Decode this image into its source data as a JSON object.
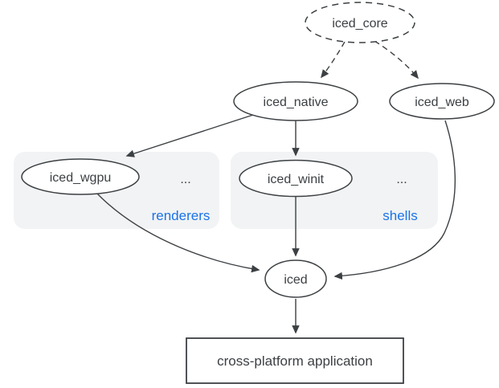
{
  "diagram": {
    "nodes": {
      "iced_core": {
        "label": "iced_core",
        "shape": "ellipse",
        "border": "dashed"
      },
      "iced_native": {
        "label": "iced_native",
        "shape": "ellipse",
        "border": "solid"
      },
      "iced_web": {
        "label": "iced_web",
        "shape": "ellipse",
        "border": "solid"
      },
      "iced_wgpu": {
        "label": "iced_wgpu",
        "shape": "ellipse",
        "border": "solid"
      },
      "iced_winit": {
        "label": "iced_winit",
        "shape": "ellipse",
        "border": "solid"
      },
      "iced": {
        "label": "iced",
        "shape": "ellipse",
        "border": "solid"
      },
      "application": {
        "label": "cross-platform application",
        "shape": "rect",
        "border": "solid"
      }
    },
    "groups": {
      "renderers": {
        "label": "renderers",
        "ellipsis": "...",
        "contains": [
          "iced_wgpu"
        ]
      },
      "shells": {
        "label": "shells",
        "ellipsis": "...",
        "contains": [
          "iced_winit"
        ]
      }
    },
    "edges": [
      {
        "from": "iced_core",
        "to": "iced_native",
        "style": "dashed"
      },
      {
        "from": "iced_core",
        "to": "iced_web",
        "style": "dashed"
      },
      {
        "from": "iced_native",
        "to": "iced_wgpu",
        "style": "solid"
      },
      {
        "from": "iced_native",
        "to": "iced_winit",
        "style": "solid"
      },
      {
        "from": "iced_wgpu",
        "to": "iced",
        "style": "solid"
      },
      {
        "from": "iced_winit",
        "to": "iced",
        "style": "solid"
      },
      {
        "from": "iced_web",
        "to": "iced",
        "style": "solid"
      },
      {
        "from": "iced",
        "to": "application",
        "style": "solid"
      }
    ],
    "colors": {
      "stroke": "#3c4043",
      "text": "#3c4043",
      "group_fill": "#f1f3f4",
      "group_label": "#1a73e8",
      "node_fill": "#ffffff",
      "background": "#ffffff"
    }
  }
}
